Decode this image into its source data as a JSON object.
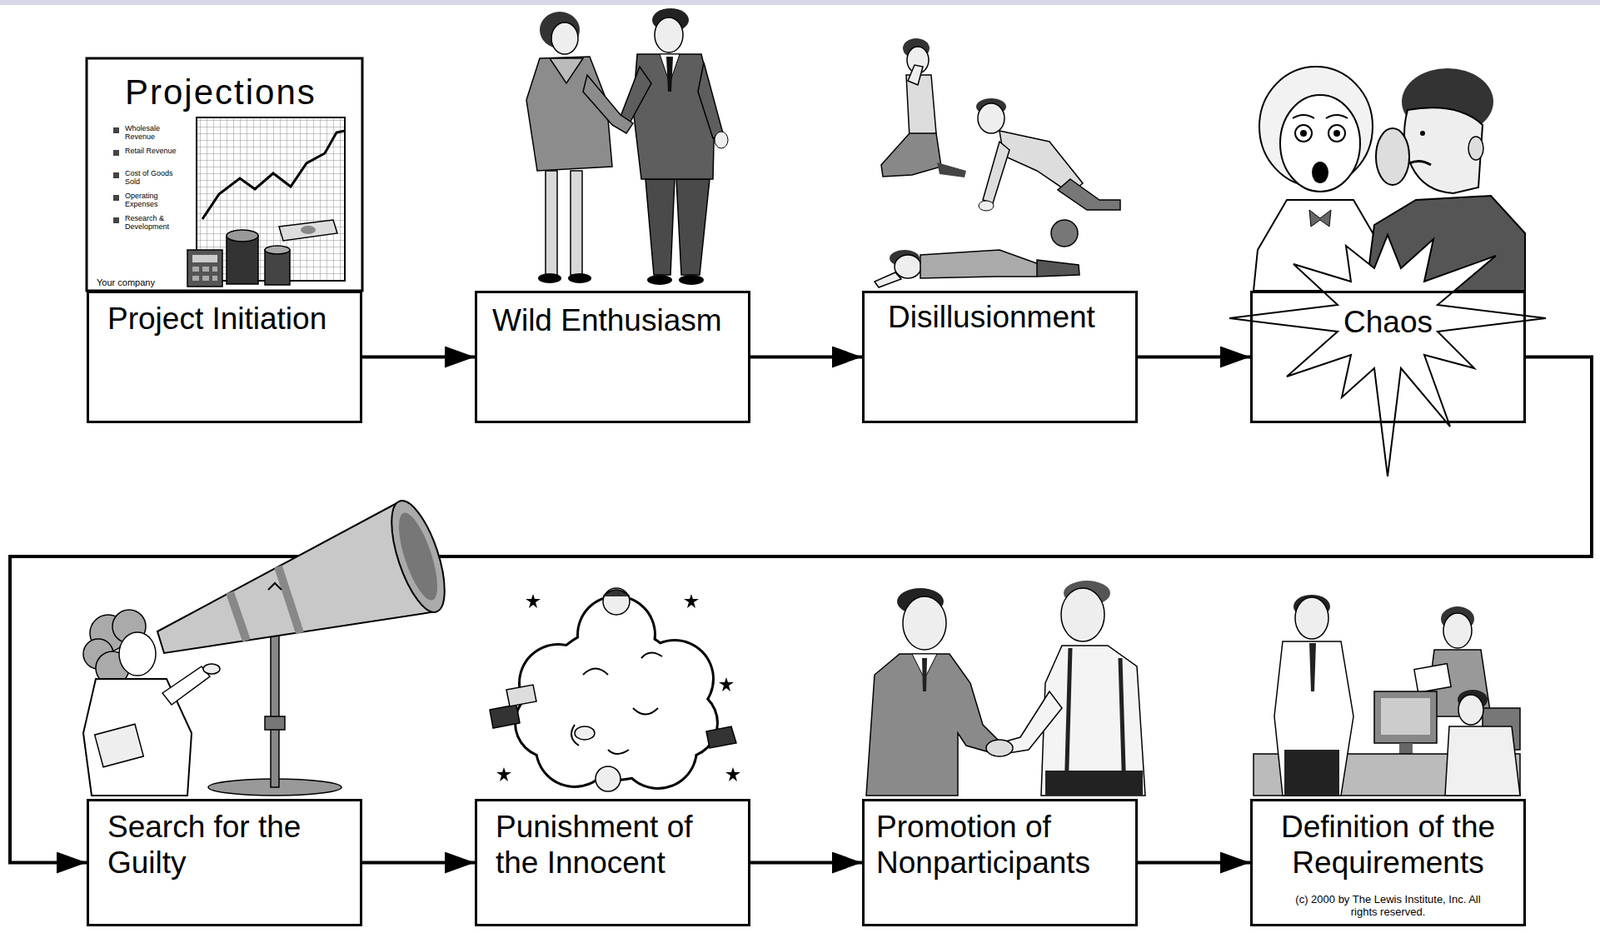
{
  "diagram": {
    "nodes": [
      {
        "text": [
          "Project Initiation"
        ]
      },
      {
        "text": [
          "Wild Enthusiasm"
        ]
      },
      {
        "text": [
          "Disillusionment"
        ]
      },
      {
        "text": [
          "Chaos"
        ]
      },
      {
        "text": [
          "Search for the Guilty"
        ]
      },
      {
        "text": [
          "Punishment of the Innocent"
        ]
      },
      {
        "text": [
          "Promotion of Nonparticipants"
        ]
      },
      {
        "text": [
          "Definition of the Requirements",
          "(c) 2000 by The Lewis Institute, Inc. All rights reserved."
        ]
      }
    ],
    "edges": [
      {
        "from": 0,
        "to": 1,
        "arrow": "to"
      },
      {
        "from": 1,
        "to": 2,
        "arrow": "to"
      },
      {
        "from": 2,
        "to": 3,
        "arrow": "to"
      },
      {
        "from": 3,
        "to": 4,
        "arrow": "to"
      },
      {
        "from": 4,
        "to": 5,
        "arrow": "to"
      },
      {
        "from": 5,
        "to": 6,
        "arrow": "to"
      },
      {
        "from": 6,
        "to": 7,
        "arrow": "to"
      }
    ],
    "labels": [
      "Projections",
      "Wholesale Revenue",
      "Retail Revenue",
      "Cost of Goods Sold",
      "Operating Expenses",
      "Research & Development",
      "Your company"
    ]
  }
}
